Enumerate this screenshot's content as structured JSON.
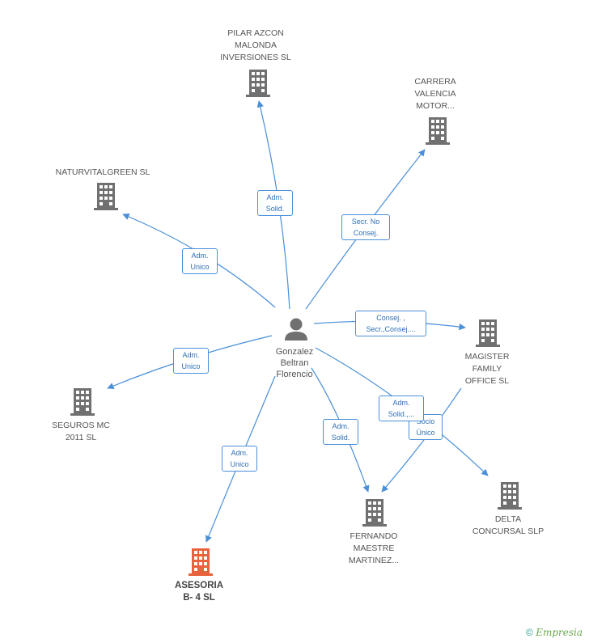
{
  "colors": {
    "edge": "#4a8fd9",
    "company": "#707070",
    "focus_company": "#e8623c",
    "person": "#707070"
  },
  "person": {
    "icon": "person-icon",
    "lines": [
      "Gonzalez",
      "Beltran",
      "Florencio"
    ]
  },
  "companies": [
    {
      "id": "pilar",
      "icon": "building-icon",
      "lines": [
        "PILAR AZCON",
        "MALONDA",
        "INVERSIONES SL"
      ]
    },
    {
      "id": "carrera",
      "icon": "building-icon",
      "lines": [
        "CARRERA",
        "VALENCIA",
        "MOTOR..."
      ]
    },
    {
      "id": "naturvital",
      "icon": "building-icon",
      "lines": [
        "NATURVITALGREEN SL"
      ]
    },
    {
      "id": "magister",
      "icon": "building-icon",
      "lines": [
        "MAGISTER",
        "FAMILY",
        "OFFICE SL"
      ]
    },
    {
      "id": "seguros",
      "icon": "building-icon",
      "lines": [
        "SEGUROS MC",
        "2011 SL"
      ]
    },
    {
      "id": "delta",
      "icon": "building-icon",
      "lines": [
        "DELTA",
        "CONCURSAL SLP"
      ]
    },
    {
      "id": "fernando",
      "icon": "building-icon",
      "lines": [
        "FERNANDO",
        "MAESTRE",
        "MARTINEZ..."
      ]
    },
    {
      "id": "asesoria",
      "icon": "building-icon",
      "focus": true,
      "lines": [
        "ASESORIA",
        "B- 4 SL"
      ]
    }
  ],
  "edges": [
    {
      "id": "e-pilar",
      "lines": [
        "Adm.",
        "Solid."
      ]
    },
    {
      "id": "e-carrera",
      "lines": [
        "Secr.  No",
        "Consej."
      ]
    },
    {
      "id": "e-naturvital",
      "lines": [
        "Adm.",
        "Unico"
      ]
    },
    {
      "id": "e-magister",
      "lines": [
        "Consej. ,",
        "Secr.,Consej...."
      ]
    },
    {
      "id": "e-seguros",
      "lines": [
        "Adm.",
        "Unico"
      ]
    },
    {
      "id": "e-delta",
      "lines": [
        "Adm.",
        "Solid.,..."
      ]
    },
    {
      "id": "e-fernando-person",
      "lines": [
        "Adm.",
        "Solid."
      ]
    },
    {
      "id": "e-fernando-magister",
      "lines": [
        "Socio",
        "Único"
      ]
    },
    {
      "id": "e-asesoria",
      "lines": [
        "Adm.",
        "Unico"
      ]
    }
  ],
  "footer": {
    "symbol": "©",
    "brand": "Empresia"
  }
}
